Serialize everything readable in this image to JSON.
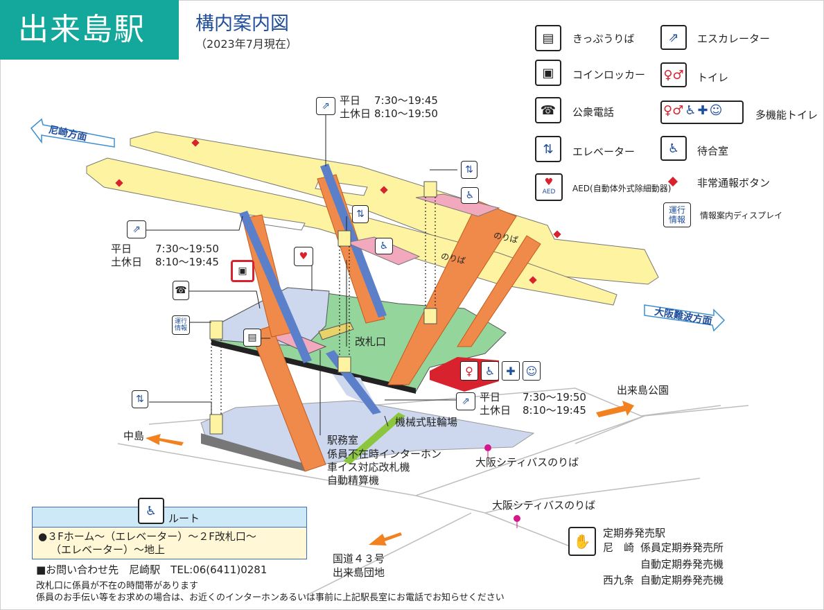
{
  "station": {
    "name": "出来島駅"
  },
  "header": {
    "title": "構内案内図",
    "date": "（2023年7月現在）"
  },
  "legend": [
    {
      "icon": "ticket-office-icon",
      "label": "きっぷうりば"
    },
    {
      "icon": "escalator-icon",
      "label": "エスカレーター"
    },
    {
      "icon": "coin-locker-icon",
      "label": "コインロッカー"
    },
    {
      "icon": "toilet-icon",
      "label": "トイレ"
    },
    {
      "icon": "public-phone-icon",
      "label": "公衆電話"
    },
    {
      "icon": "multipurpose-toilet-icon",
      "label": "多機能トイレ"
    },
    {
      "icon": "elevator-icon",
      "label": "エレベーター"
    },
    {
      "icon": "waiting-room-icon",
      "label": "待合室"
    },
    {
      "icon": "aed-icon",
      "label": "AED(自動体外式除細動器)"
    },
    {
      "icon": "emergency-button-icon",
      "label": "非常通報ボタン"
    },
    {
      "icon": "train-info-display-icon",
      "label": "情報案内ディスプレイ"
    }
  ],
  "icon_text": {
    "aed": "AED",
    "train_info": "運行\n情報"
  },
  "directions": {
    "amagasaki": "尼崎方面",
    "osaka": "大阪難波方面",
    "park": "出来島公園",
    "nakajima": "中島",
    "route43": "国道４３号",
    "danchi": "出来島団地"
  },
  "platform_labels": [
    "のりば",
    "のりば"
  ],
  "ticket_gate": "改札口",
  "escalator_hours": [
    {
      "weekday_label": "平日",
      "weekday": "7:30〜19:45",
      "holiday_label": "土休日",
      "holiday": "8:10〜19:50"
    },
    {
      "weekday_label": "平日",
      "weekday": "7:30〜19:50",
      "holiday_label": "土休日",
      "holiday": "8:10〜19:45"
    },
    {
      "weekday_label": "平日",
      "weekday": "7:30〜19:50",
      "holiday_label": "土休日",
      "holiday": "8:10〜19:45"
    }
  ],
  "facilities": [
    "駅務室",
    "係員不在時インターホン",
    "車イス対応改札機",
    "自動精算機"
  ],
  "bicycle_parking": "機械式駐輪場",
  "bus_stops": [
    "大阪シティバスのりば",
    "大阪シティバスのりば"
  ],
  "route": {
    "title": "ルート",
    "line1": "●３Fホーム〜（エレベーター）〜２F改札口〜",
    "line2": "（エレベーター）〜地上"
  },
  "contact": "■お問い合わせ先　尼崎駅　TEL:06(6411)0281",
  "notes": [
    "改札口に係員が不在の時間帯があります",
    "係員のお手伝い等をお求めの場合は、お近くのインターホンあるいは事前に上記駅長室にお電話でお知らせください"
  ],
  "commuter_pass": {
    "title": "定期券発売駅",
    "row1_station": "尼　崎",
    "row1_desc": "係員定期券発売所",
    "row2_desc": "自動定期券発売機",
    "row3_station": "西九条",
    "row3_desc": "自動定期券発売機"
  },
  "colors": {
    "banner": "#14a79b",
    "platform": "#fdf3a0",
    "concourse": "#94d59c",
    "stairs": "#f08a4b",
    "escalator": "#5b7fc9",
    "toilet": "#d8222e",
    "waiting": "#f3a9bd"
  }
}
